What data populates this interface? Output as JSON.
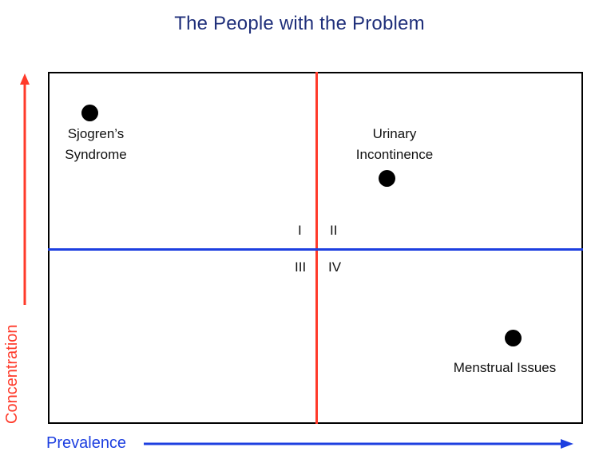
{
  "title": "The People with the Problem",
  "axes": {
    "x_label": "Prevalence",
    "y_label": "Concentration",
    "x_color": "#1d3fe0",
    "y_color": "#ff3a2a"
  },
  "quadrants": {
    "q1": "I",
    "q2": "II",
    "q3": "III",
    "q4": "IV"
  },
  "points": [
    {
      "label_line1": "Sjogren’s",
      "label_line2": "Syndrome"
    },
    {
      "label_line1": "Urinary",
      "label_line2": "Incontinence"
    },
    {
      "label_line1": "Menstrual Issues"
    }
  ]
}
